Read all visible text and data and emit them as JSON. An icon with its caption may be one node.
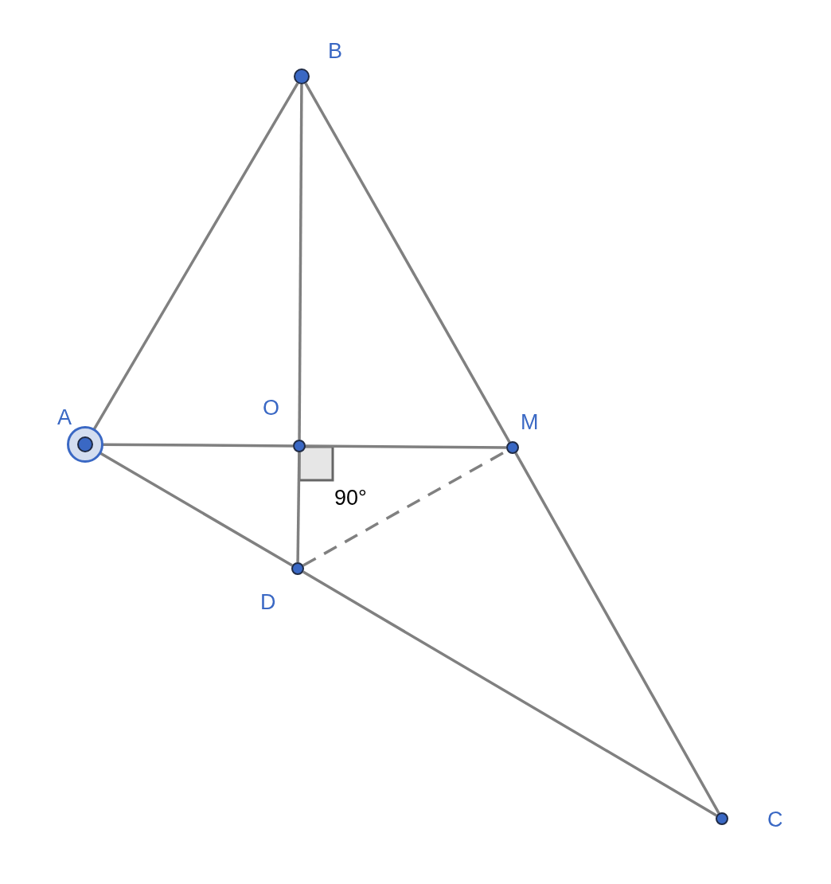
{
  "diagram": {
    "nodes": [
      {
        "text": [
          "B"
        ]
      },
      {
        "text": [
          "A"
        ]
      },
      {
        "text": [
          "O"
        ]
      },
      {
        "text": [
          "M"
        ]
      },
      {
        "text": [
          "D"
        ]
      },
      {
        "text": [
          "C"
        ]
      }
    ],
    "edges": [
      {
        "from": 1,
        "to": 0,
        "arrow": "none"
      },
      {
        "from": 0,
        "to": 2,
        "arrow": "none"
      },
      {
        "from": 2,
        "to": 4,
        "arrow": "none"
      },
      {
        "from": 1,
        "to": 2,
        "arrow": "none"
      },
      {
        "from": 2,
        "to": 3,
        "arrow": "none"
      },
      {
        "from": 0,
        "to": 3,
        "arrow": "none"
      },
      {
        "from": 3,
        "to": 5,
        "arrow": "none"
      },
      {
        "from": 1,
        "to": 4,
        "arrow": "none"
      },
      {
        "from": 4,
        "to": 5,
        "arrow": "none"
      },
      {
        "from": 4,
        "to": 3,
        "arrow": "none",
        "style": "dashed"
      }
    ],
    "labels": [
      "90°"
    ]
  }
}
